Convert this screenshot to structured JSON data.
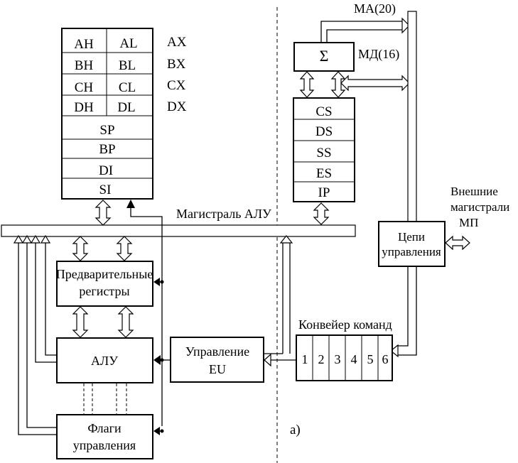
{
  "registers": {
    "ah": "AH",
    "al": "AL",
    "ax": "AX",
    "bh": "BH",
    "bl": "BL",
    "bx": "BX",
    "ch": "CH",
    "cl": "CL",
    "cx": "CX",
    "dh": "DH",
    "dl": "DL",
    "dx": "DX",
    "sp": "SP",
    "bp": "BP",
    "di": "DI",
    "si": "SI"
  },
  "segments": {
    "cs": "CS",
    "ds": "DS",
    "ss": "SS",
    "es": "ES",
    "ip": "IP"
  },
  "adder": {
    "sigma": "Σ"
  },
  "buses": {
    "address": "МА(20)",
    "data": "МД(16)",
    "alu_bus": "Магистраль АЛУ",
    "external_1": "Внешние",
    "external_2": "магистрали",
    "external_3": "МП"
  },
  "blocks": {
    "control_circuits_1": "Цепи",
    "control_circuits_2": "управления",
    "pre_registers_1": "Предварительные",
    "pre_registers_2": "регистры",
    "alu": "АЛУ",
    "eu_control_1": "Управление",
    "eu_control_2": "EU",
    "flags_1": "Флаги",
    "flags_2": "управления"
  },
  "pipeline": {
    "title": "Конвейер команд",
    "cells": [
      "1",
      "2",
      "3",
      "4",
      "5",
      "6"
    ]
  },
  "caption": "а)"
}
